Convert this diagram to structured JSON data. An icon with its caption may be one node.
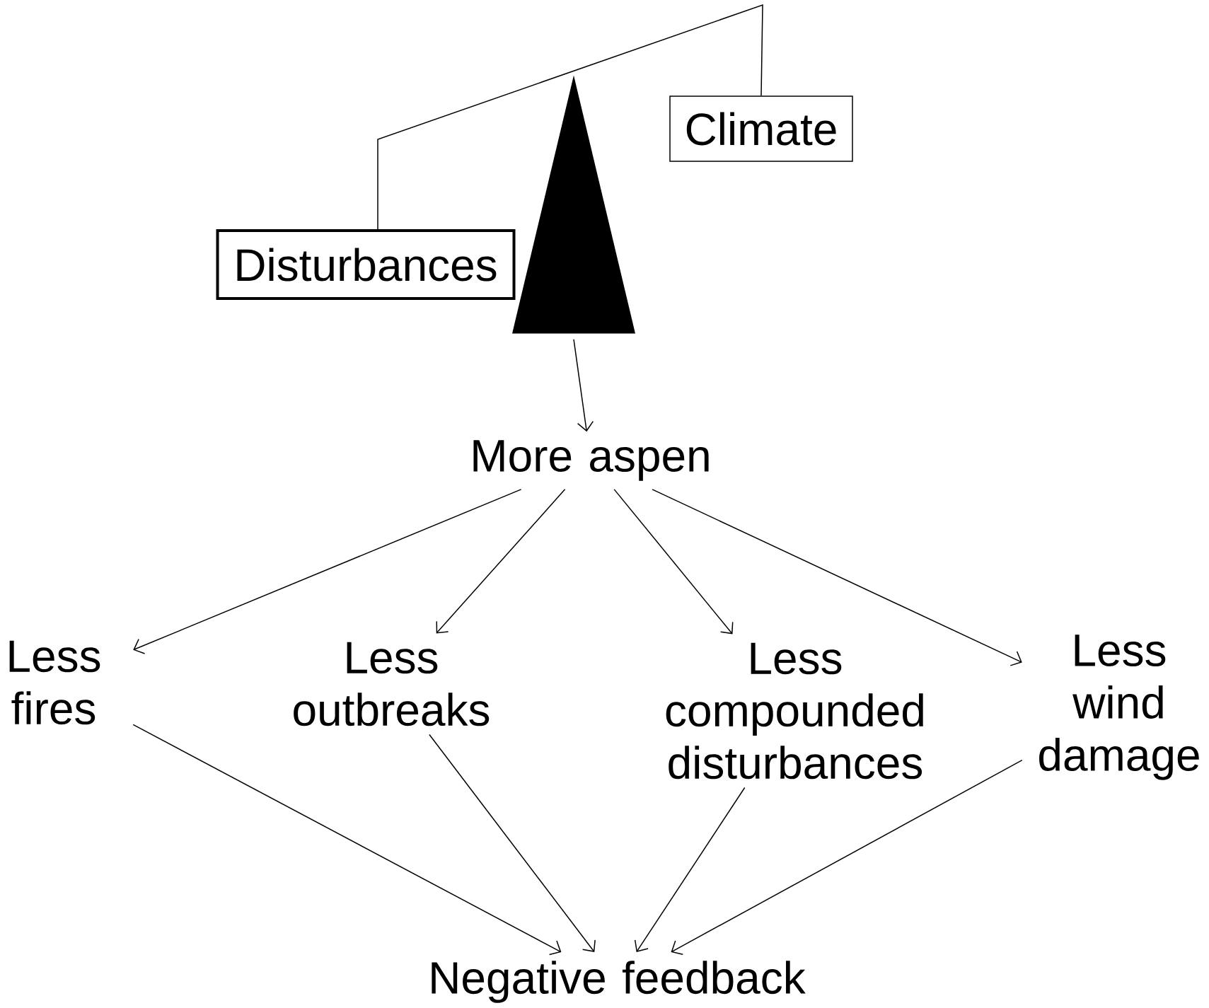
{
  "diagram": {
    "nodes": [
      {
        "text": [
          "Disturbances"
        ]
      },
      {
        "text": [
          "Climate"
        ]
      },
      {
        "text": [],
        "shape": "triangle"
      },
      {
        "text": [
          "More aspen"
        ]
      },
      {
        "text": [
          "Less fires"
        ]
      },
      {
        "text": [
          "Less outbreaks"
        ]
      },
      {
        "text": [
          "Less compounded disturbances"
        ]
      },
      {
        "text": [
          "Less wind damage"
        ]
      },
      {
        "text": [
          "Negative feedback"
        ]
      }
    ],
    "edges": [
      {
        "from": 0,
        "to": 1,
        "arrow": "none"
      },
      {
        "from": 2,
        "to": 3,
        "arrow": "to"
      },
      {
        "from": 3,
        "to": 4,
        "arrow": "to"
      },
      {
        "from": 3,
        "to": 5,
        "arrow": "to"
      },
      {
        "from": 3,
        "to": 6,
        "arrow": "to"
      },
      {
        "from": 3,
        "to": 7,
        "arrow": "to"
      },
      {
        "from": 4,
        "to": 8,
        "arrow": "to"
      },
      {
        "from": 5,
        "to": 8,
        "arrow": "to"
      },
      {
        "from": 6,
        "to": 8,
        "arrow": "to"
      },
      {
        "from": 7,
        "to": 8,
        "arrow": "to"
      }
    ]
  }
}
